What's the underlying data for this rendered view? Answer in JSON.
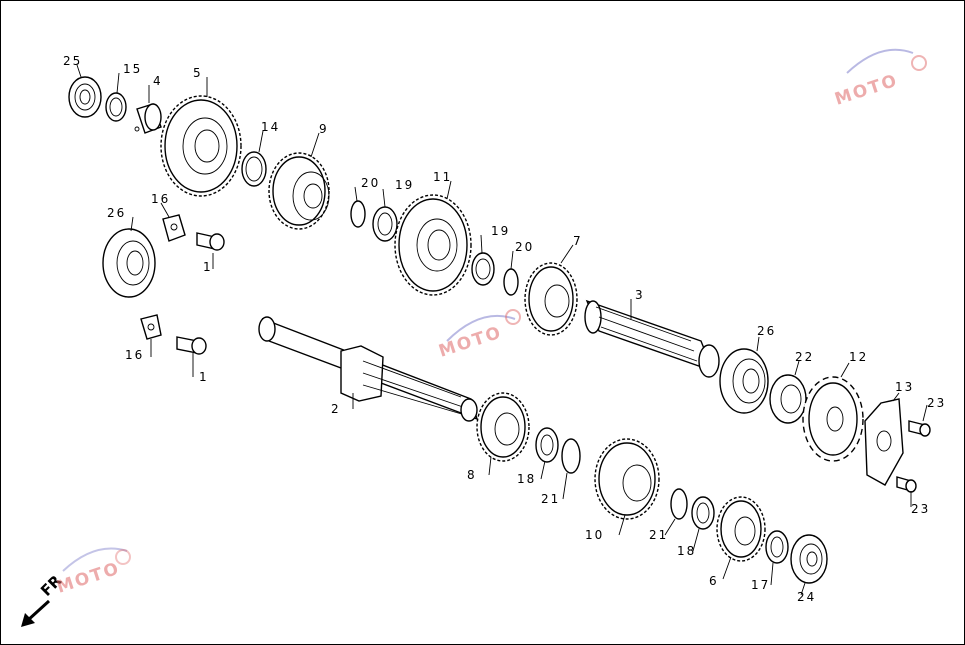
{
  "diagram": {
    "labels": [
      {
        "id": "25a",
        "text": "25"
      },
      {
        "id": "15",
        "text": "15"
      },
      {
        "id": "4",
        "text": "4"
      },
      {
        "id": "5",
        "text": "5"
      },
      {
        "id": "14",
        "text": "14"
      },
      {
        "id": "9",
        "text": "9"
      },
      {
        "id": "20a",
        "text": "20"
      },
      {
        "id": "19a",
        "text": "19"
      },
      {
        "id": "11",
        "text": "11"
      },
      {
        "id": "19b",
        "text": "19"
      },
      {
        "id": "20b",
        "text": "20"
      },
      {
        "id": "7",
        "text": "7"
      },
      {
        "id": "3",
        "text": "3"
      },
      {
        "id": "26a",
        "text": "26"
      },
      {
        "id": "16a",
        "text": "16"
      },
      {
        "id": "1a",
        "text": "1"
      },
      {
        "id": "16b",
        "text": "16"
      },
      {
        "id": "1b",
        "text": "1"
      },
      {
        "id": "2",
        "text": "2"
      },
      {
        "id": "26b",
        "text": "26"
      },
      {
        "id": "22",
        "text": "22"
      },
      {
        "id": "12",
        "text": "12"
      },
      {
        "id": "13",
        "text": "13"
      },
      {
        "id": "23a",
        "text": "23"
      },
      {
        "id": "23b",
        "text": "23"
      },
      {
        "id": "8",
        "text": "8"
      },
      {
        "id": "18a",
        "text": "18"
      },
      {
        "id": "21a",
        "text": "21"
      },
      {
        "id": "10",
        "text": "10"
      },
      {
        "id": "21b",
        "text": "21"
      },
      {
        "id": "18b",
        "text": "18"
      },
      {
        "id": "6",
        "text": "6"
      },
      {
        "id": "17",
        "text": "17"
      },
      {
        "id": "24",
        "text": "24"
      }
    ],
    "direction_label": "FR",
    "watermark_text": "MOTO"
  }
}
